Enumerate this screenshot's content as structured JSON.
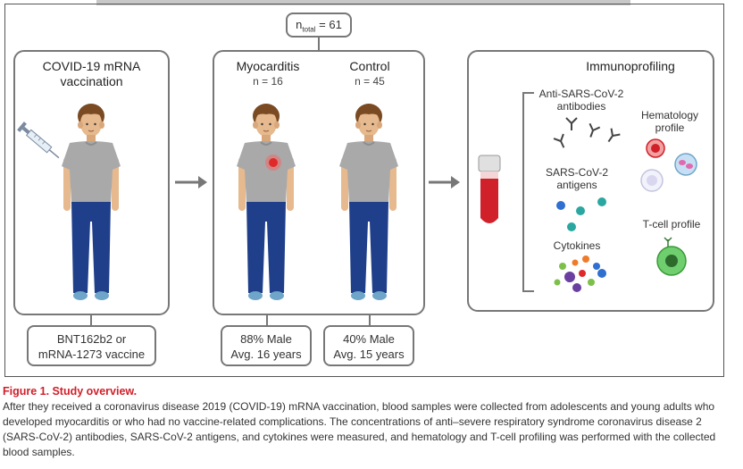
{
  "figure": {
    "ntotal_label_prefix": "n",
    "ntotal_label_sub": "total",
    "ntotal_label_value": "= 61",
    "vaccination": {
      "title_line1": "COVID-19 mRNA",
      "title_line2": "vaccination",
      "vaccine_line1": "BNT162b2 or",
      "vaccine_line2": "mRNA-1273 vaccine"
    },
    "myocarditis": {
      "title": "Myocarditis",
      "n": "n = 16",
      "stat_line1": "88% Male",
      "stat_line2": "Avg. 16 years"
    },
    "control": {
      "title": "Control",
      "n": "n = 45",
      "stat_line1": "40% Male",
      "stat_line2": "Avg. 15 years"
    },
    "immunoprofiling": {
      "title": "Immunoprofiling",
      "antibodies_line1": "Anti-SARS-CoV-2",
      "antibodies_line2": "antibodies",
      "antigens_line1": "SARS-CoV-2",
      "antigens_line2": "antigens",
      "cytokines": "Cytokines",
      "hematology_line1": "Hematology",
      "hematology_line2": "profile",
      "tcell": "T-cell profile"
    }
  },
  "caption": {
    "label": "Figure 1.",
    "heading": "Study overview.",
    "body": "After they received a coronavirus disease 2019 (COVID-19) mRNA vaccination, blood samples were collected from adolescents and young adults who developed myocarditis or who had no vaccine-related complications. The concentrations of anti–severe respiratory syndrome coronavirus disease 2 (SARS-CoV-2) antibodies, SARS-CoV-2 antigens, and cytokines were measured, and hematology and T-cell profiling was performed with the collected blood samples."
  },
  "colors": {
    "red_accent": "#d0202a",
    "shirt": "#a9a9a9",
    "jeans": "#1f3f8a",
    "hair": "#7a4a22",
    "skin": "#e6b98e"
  }
}
